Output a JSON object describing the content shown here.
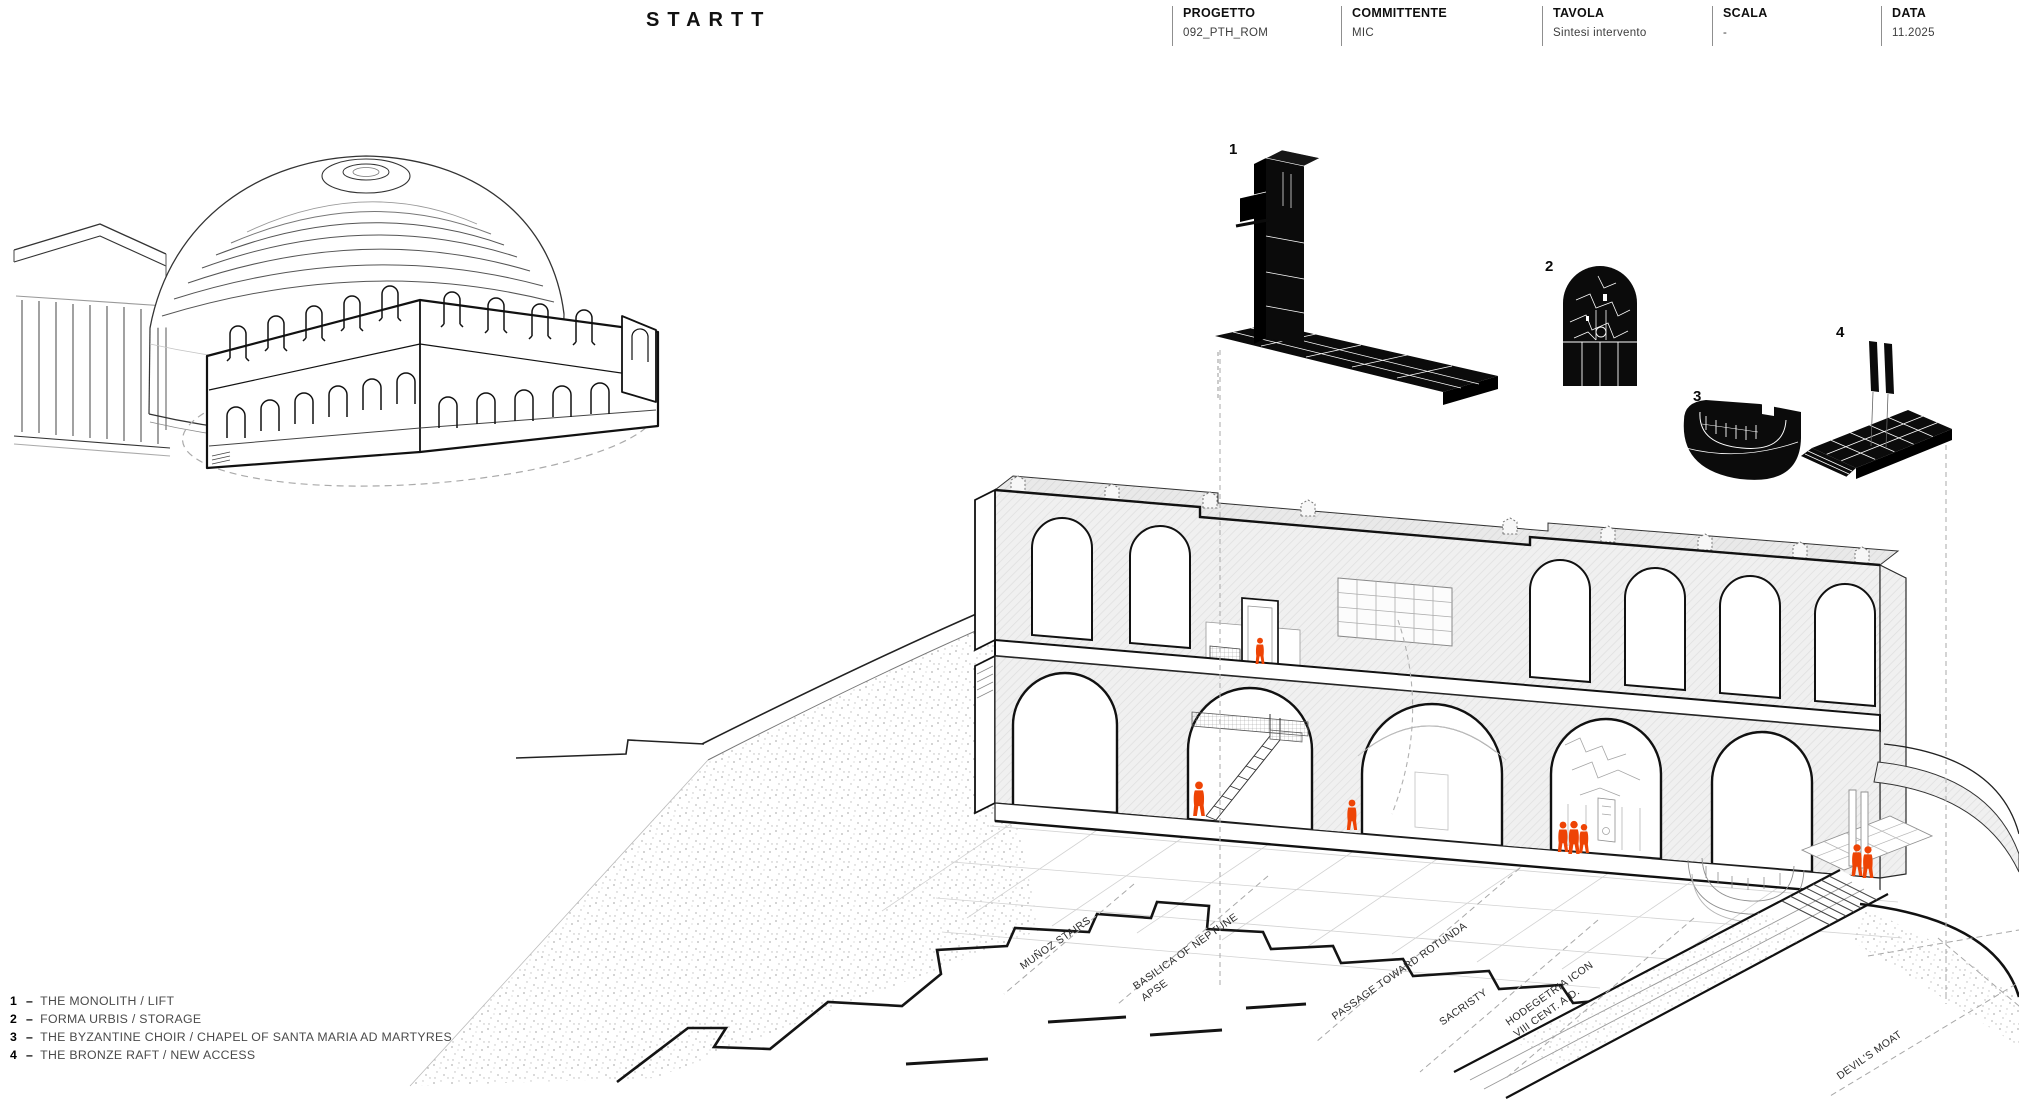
{
  "header": {
    "logo": "STARTT",
    "fields": [
      {
        "label": "PROGETTO",
        "value": "092_PTH_ROM"
      },
      {
        "label": "COMMITTENTE",
        "value": "MIC"
      },
      {
        "label": "TAVOLA",
        "value": "Sintesi intervento"
      },
      {
        "label": "SCALA",
        "value": "-"
      },
      {
        "label": "DATA",
        "value": "11.2025"
      }
    ]
  },
  "site_labels": {
    "munoz": "MUÑOZ STAIRS",
    "neptune_line1": "BASILICA OF NEPTUNE",
    "neptune_line2": "APSE",
    "passage": "PASSAGE TOWARD ROTUNDA",
    "sacristy": "SACRISTY",
    "hodegetria_line1": "HODEGETRIA ICON",
    "hodegetria_line2": "VIII CENT. A.D.",
    "moat": "DEVIL'S MOAT"
  },
  "legend": {
    "separator": "–",
    "items": [
      {
        "num": "1",
        "text": "THE MONOLITH / LIFT"
      },
      {
        "num": "2",
        "text": "FORMA URBIS / STORAGE"
      },
      {
        "num": "3",
        "text": "THE BYZANTINE CHOIR / CHAPEL OF SANTA MARIA AD MARTYRES"
      },
      {
        "num": "4",
        "text": "THE BRONZE RAFT / NEW ACCESS"
      }
    ]
  },
  "colors": {
    "accent": "#ee4405",
    "ink": "#0b0b0b"
  }
}
